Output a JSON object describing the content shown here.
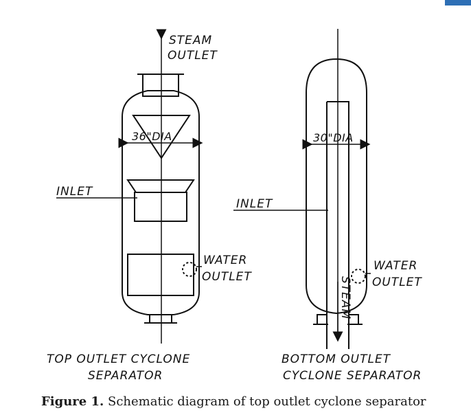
{
  "labels": {
    "left_steam_line1": "STEAM",
    "left_steam_line2": "OUTLET",
    "left_dia": "36\"DIA",
    "left_inlet": "INLET",
    "left_water_line1": "WATER",
    "left_water_line2": "OUTLET",
    "left_title_line1": "TOP OUTLET CYCLONE",
    "left_title_line2": "SEPARATOR",
    "right_dia": "30\"DIA",
    "right_inlet": "INLET",
    "right_water_line1": "WATER",
    "right_water_line2": "OUTLET",
    "right_steam": "STEAM",
    "right_title_line1": "BOTTOM OUTLET",
    "right_title_line2": "CYCLONE SEPARATOR"
  },
  "caption": {
    "figure_label": "Figure 1.",
    "text": " Schematic diagram of top outlet cyclone separator"
  },
  "colors": {
    "ink": "#111111",
    "corner_tab": "#2e6fb5"
  }
}
